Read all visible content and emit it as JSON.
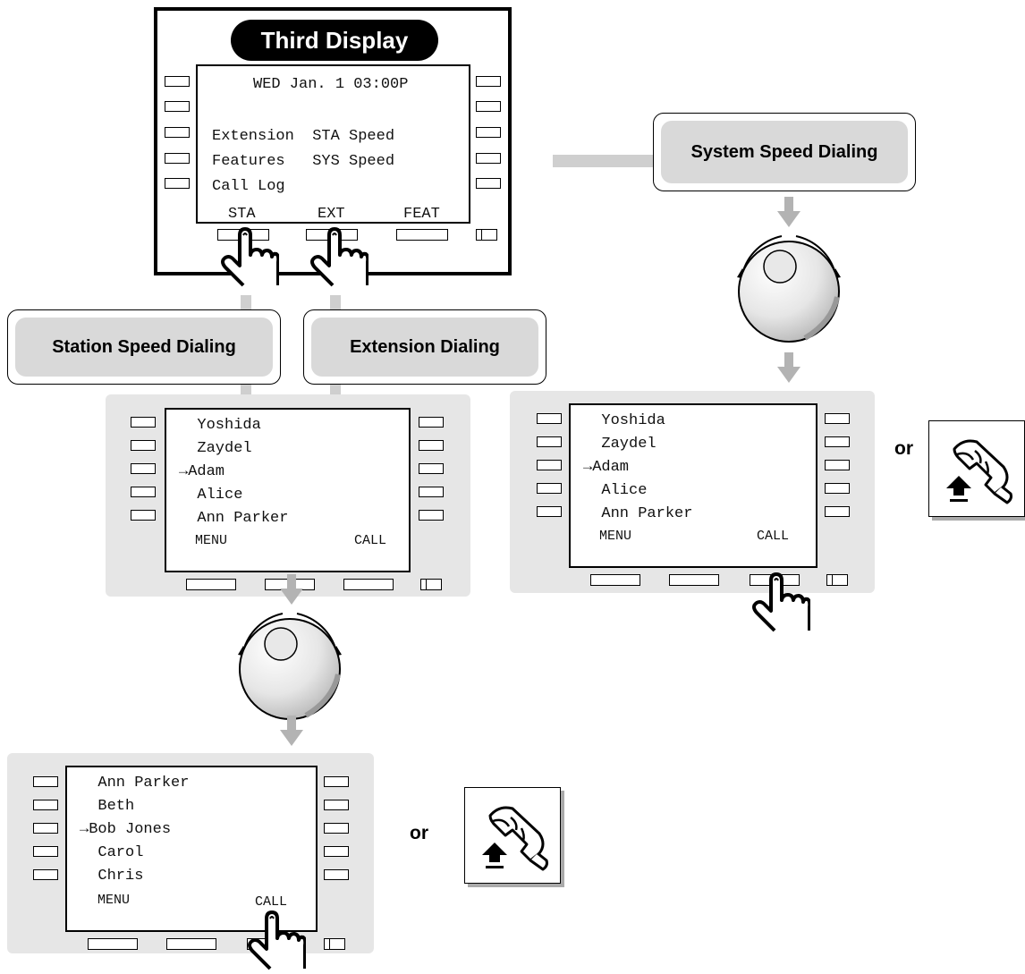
{
  "third_display": {
    "title": "Third Display",
    "lines": [
      "WED Jan. 1 03:00P",
      "",
      "Extension  STA Speed",
      "Features   SYS Speed",
      "Call Log"
    ],
    "softkeys": [
      "STA",
      "EXT",
      "FEAT"
    ]
  },
  "labels": {
    "system_speed": "System Speed Dialing",
    "station_speed": "Station Speed Dialing",
    "extension": "Extension Dialing"
  },
  "display_a": {
    "lines": [
      "  Yoshida",
      "  Zaydel",
      "→Adam",
      "  Alice",
      "  Ann Parker"
    ],
    "softkeys": [
      "MENU",
      "CALL"
    ]
  },
  "display_b": {
    "lines": [
      "  Yoshida",
      "  Zaydel",
      "→Adam",
      "  Alice",
      "  Ann Parker"
    ],
    "softkeys": [
      "MENU",
      "CALL"
    ]
  },
  "display_c": {
    "lines": [
      "  Ann Parker",
      "  Beth",
      "→Bob Jones",
      "  Carol",
      "  Chris"
    ],
    "softkeys": [
      "MENU",
      "CALL"
    ]
  },
  "or_text": [
    "or",
    "or"
  ],
  "icons": [
    "finger-press-icon",
    "rotary-dial-icon",
    "arrow-down-icon",
    "handset-offhook-icon"
  ],
  "colors": {
    "connector": "#cfcfcf",
    "panel": "#e6e6e6",
    "label_fill": "#d9d9d9"
  }
}
